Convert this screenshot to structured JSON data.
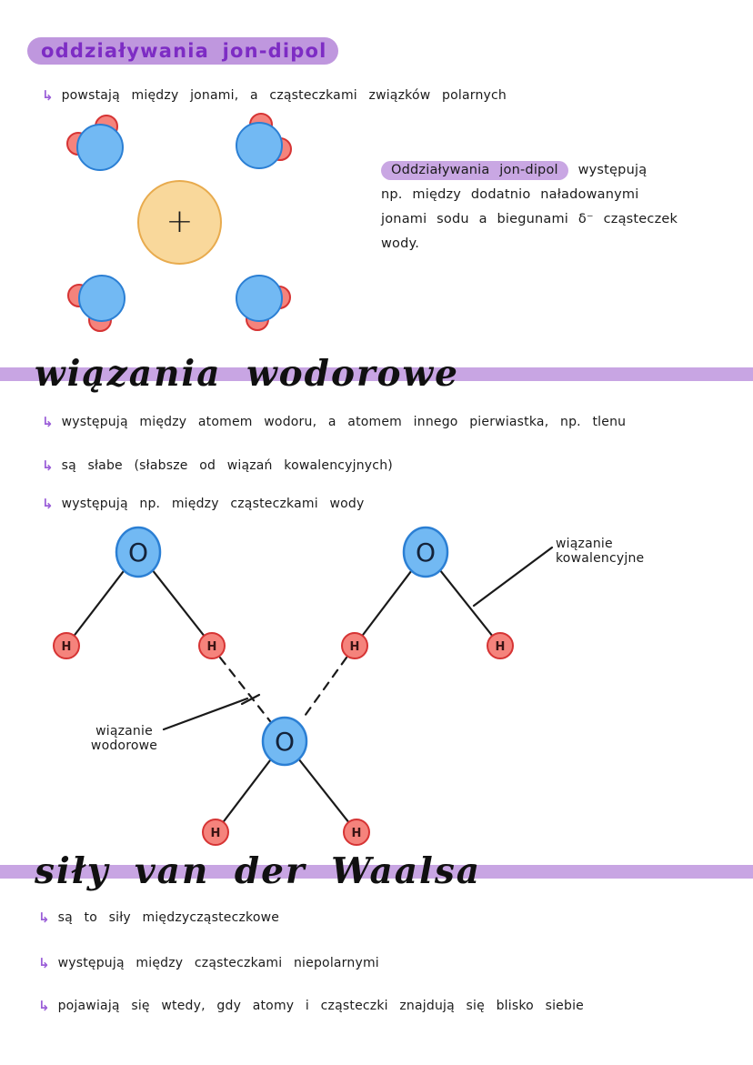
{
  "glyphs": {
    "bullet_arrow": "↳",
    "plus": "+"
  },
  "ion_dipole": {
    "title": "oddziaływania jon-dipol",
    "bullets": [
      "powstają między jonami, a cząsteczkami związków polarnych"
    ],
    "note": {
      "highlight": "Oddziaływania jon-dipol",
      "line1_rest": "występują",
      "line2": "np. między dodatnio naładowanymi",
      "line3": "jonami sodu a biegunami δ⁻ cząsteczek",
      "line4": "wody."
    }
  },
  "hydrogen_bonds": {
    "title": "wiązania wodorowe",
    "bullets": [
      "występują między atomem wodoru, a atomem innego pierwiastka, np. tlenu",
      "są słabe (słabsze od wiązań kowalencyjnych)",
      "występują np. między cząsteczkami wody"
    ],
    "labels": {
      "covalent": "wiązanie kowalencyjne",
      "hydrogen": "wiązanie wodorowe"
    },
    "atoms": {
      "oxygen": "O",
      "hydrogen": "H"
    }
  },
  "van_der_waals": {
    "title": "siły van der Waalsa",
    "bullets": [
      "są to siły międzycząsteczkowe",
      "występują między cząsteczkami niepolarnymi",
      "pojawiają się wtedy, gdy atomy i cząsteczki znajdują się blisko siebie"
    ]
  },
  "colors": {
    "accent_purple": "#7d2cc4",
    "highlight_purple": "#c9a7e3",
    "band_purple": "#c8a5e3",
    "oxygen_blue": "#72b9f3",
    "hydrogen_red": "#f5837c",
    "ion_orange": "#f9d89b"
  }
}
